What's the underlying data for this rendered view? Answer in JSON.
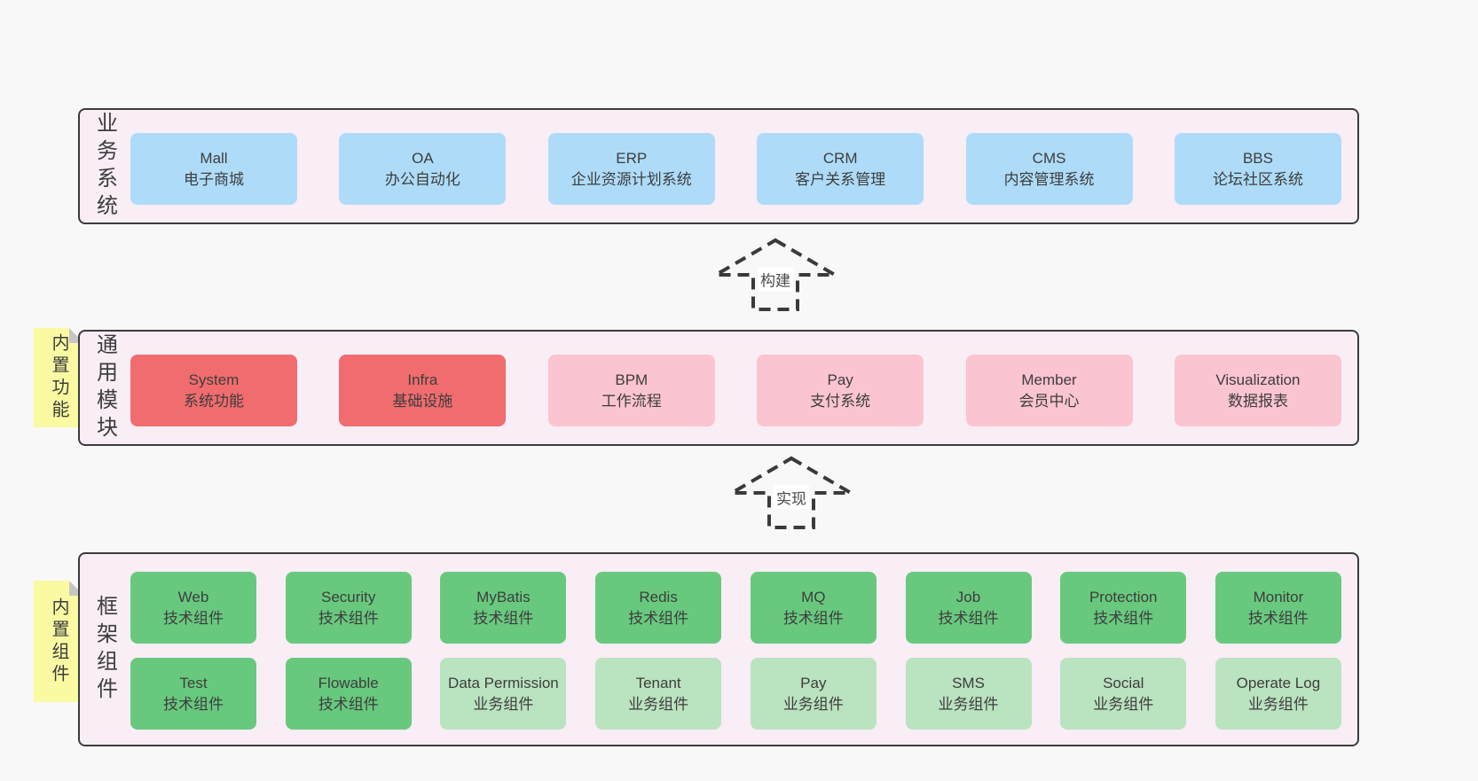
{
  "colors": {
    "page-bg": "#f8f8f8",
    "layer-bg": "#f9edf6",
    "layer-border": "#3c3c3c",
    "box-blue": "#aedcf8",
    "box-red": "#f16c6e",
    "box-pink": "#fac4d0",
    "box-green": "#68c97e",
    "box-lightgreen": "#bae3bf",
    "note-bg": "#fafaa2",
    "note-fold": "#c6c6c6",
    "text": "#3a3a3a"
  },
  "layers": {
    "business": {
      "label": "业务系统",
      "boxes": [
        {
          "title": "Mall",
          "subtitle": "电子商城",
          "variant": "blue"
        },
        {
          "title": "OA",
          "subtitle": "办公自动化",
          "variant": "blue"
        },
        {
          "title": "ERP",
          "subtitle": "企业资源计划系统",
          "variant": "blue"
        },
        {
          "title": "CRM",
          "subtitle": "客户关系管理",
          "variant": "blue"
        },
        {
          "title": "CMS",
          "subtitle": "内容管理系统",
          "variant": "blue"
        },
        {
          "title": "BBS",
          "subtitle": "论坛社区系统",
          "variant": "blue"
        }
      ]
    },
    "modules": {
      "label": "通用模块",
      "note": "内置功能",
      "boxes": [
        {
          "title": "System",
          "subtitle": "系统功能",
          "variant": "red"
        },
        {
          "title": "Infra",
          "subtitle": "基础设施",
          "variant": "red"
        },
        {
          "title": "BPM",
          "subtitle": "工作流程",
          "variant": "pink"
        },
        {
          "title": "Pay",
          "subtitle": "支付系统",
          "variant": "pink"
        },
        {
          "title": "Member",
          "subtitle": "会员中心",
          "variant": "pink"
        },
        {
          "title": "Visualization",
          "subtitle": "数据报表",
          "variant": "pink"
        }
      ]
    },
    "components": {
      "label": "框架组件",
      "note": "内置组件",
      "row1": [
        {
          "title": "Web",
          "subtitle": "技术组件",
          "variant": "green"
        },
        {
          "title": "Security",
          "subtitle": "技术组件",
          "variant": "green"
        },
        {
          "title": "MyBatis",
          "subtitle": "技术组件",
          "variant": "green"
        },
        {
          "title": "Redis",
          "subtitle": "技术组件",
          "variant": "green"
        },
        {
          "title": "MQ",
          "subtitle": "技术组件",
          "variant": "green"
        },
        {
          "title": "Job",
          "subtitle": "技术组件",
          "variant": "green"
        },
        {
          "title": "Protection",
          "subtitle": "技术组件",
          "variant": "green"
        },
        {
          "title": "Monitor",
          "subtitle": "技术组件",
          "variant": "green"
        }
      ],
      "row2": [
        {
          "title": "Test",
          "subtitle": "技术组件",
          "variant": "green"
        },
        {
          "title": "Flowable",
          "subtitle": "技术组件",
          "variant": "green"
        },
        {
          "title": "Data Permission",
          "subtitle": "业务组件",
          "variant": "lightgreen"
        },
        {
          "title": "Tenant",
          "subtitle": "业务组件",
          "variant": "lightgreen"
        },
        {
          "title": "Pay",
          "subtitle": "业务组件",
          "variant": "lightgreen"
        },
        {
          "title": "SMS",
          "subtitle": "业务组件",
          "variant": "lightgreen"
        },
        {
          "title": "Social",
          "subtitle": "业务组件",
          "variant": "lightgreen"
        },
        {
          "title": "Operate Log",
          "subtitle": "业务组件",
          "variant": "lightgreen"
        }
      ]
    }
  },
  "arrows": [
    {
      "label": "构建"
    },
    {
      "label": "实现"
    }
  ]
}
